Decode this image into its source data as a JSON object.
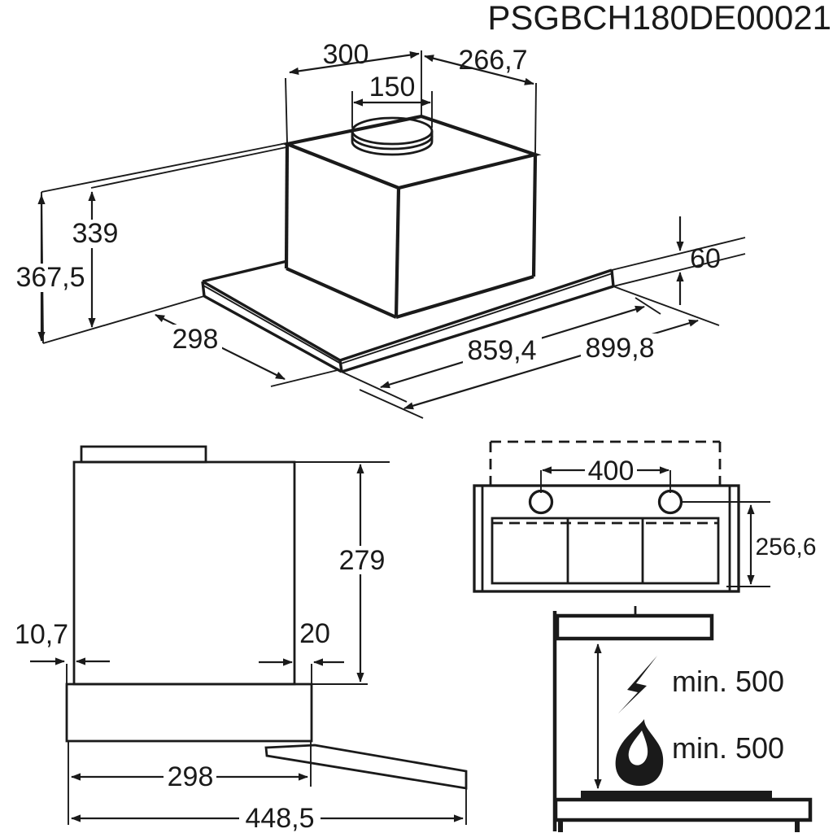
{
  "title": "PSGBCH180DE00021",
  "iso_view": {
    "top_width": "300",
    "top_depth": "266,7",
    "duct_diameter": "150",
    "inner_height": "339",
    "total_height": "367,5",
    "canopy_thickness": "60",
    "canopy_depth": "298",
    "canopy_width": "859,4",
    "total_width": "899,8"
  },
  "side_view": {
    "body_height": "279",
    "front_gap": "10,7",
    "rear_gap": "20",
    "closed_depth": "298",
    "extended_depth": "448,5"
  },
  "bottom_view": {
    "hole_spacing": "400",
    "mounting_depth": "256,6"
  },
  "clearance_view": {
    "electric_min_distance": "min. 500",
    "gas_min_distance": "min. 500"
  }
}
